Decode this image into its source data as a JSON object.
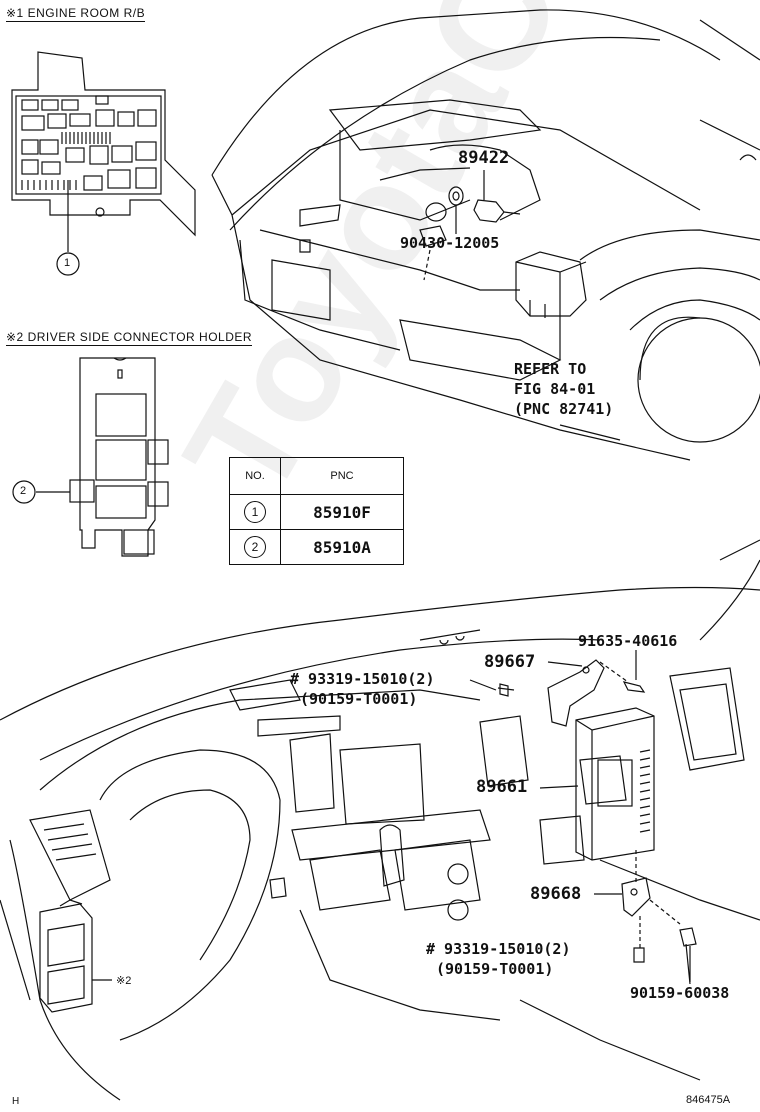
{
  "diagram": {
    "sections": {
      "engine_room_header": "※1  ENGINE ROOM  R/B",
      "connector_holder_header": "※2  DRIVER SIDE CONNECTOR HOLDER"
    },
    "callouts": {
      "callout_1": "1",
      "callout_2": "2",
      "ref_2": "※2"
    },
    "parts": {
      "p89422": "89422",
      "p90430": "90430-12005",
      "refer_line1": "REFER TO",
      "refer_line2": "FIG 84-01",
      "refer_line3": "(PNC 82741)",
      "p91635": "91635-40616",
      "p89667": "89667",
      "p93319_top": "# 93319-15010(2)",
      "p90159_top": "(90159-T0001)",
      "p89661": "89661",
      "p89668": "89668",
      "p93319_bottom": "# 93319-15010(2)",
      "p90159_bottom": "(90159-T0001)",
      "p90159_60038": "90159-60038"
    },
    "pnc_table": {
      "header_no": "NO.",
      "header_pnc": "PNC",
      "rows": [
        {
          "no": "1",
          "pnc": "85910F"
        },
        {
          "no": "2",
          "pnc": "85910A"
        }
      ]
    },
    "footer": {
      "corner_mark": "H",
      "figure_id": "846475A"
    },
    "watermark": "ToyotaCarPartz.ru"
  }
}
